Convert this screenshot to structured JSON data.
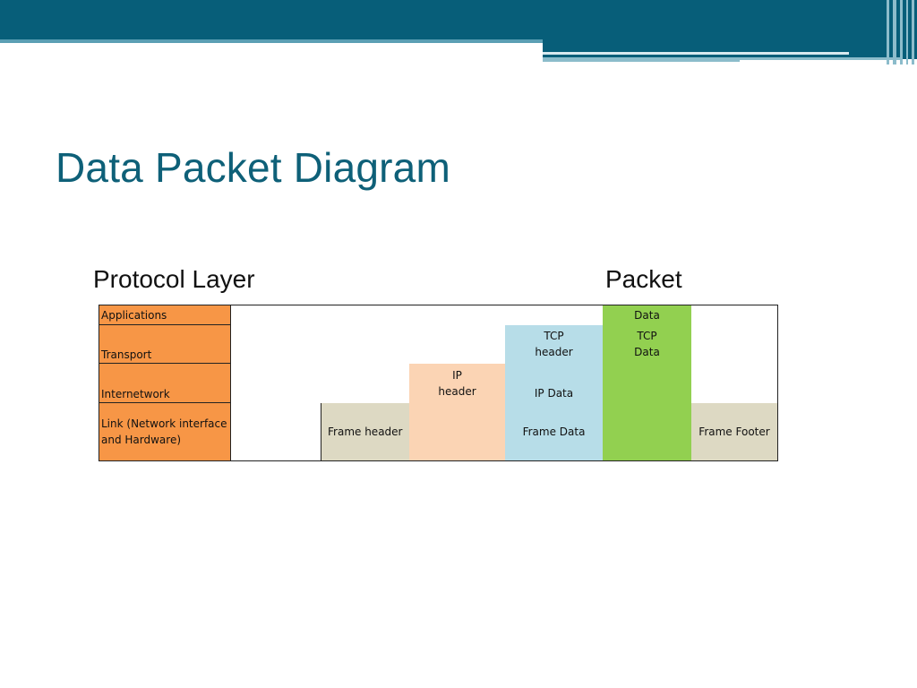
{
  "slide": {
    "title": "Data Packet Diagram",
    "left_heading": "Protocol Layer",
    "right_heading": "Packet"
  },
  "layers": [
    "Applications",
    "Transport",
    "Internetwork",
    "Link (Network interface and Hardware)"
  ],
  "cells": {
    "data": "Data",
    "tcp_header": [
      "TCP",
      "header"
    ],
    "tcp_data": [
      "TCP",
      "Data"
    ],
    "ip_header": [
      "IP",
      "header"
    ],
    "ip_data": "IP Data",
    "frame_header": "Frame header",
    "frame_data": "Frame Data",
    "frame_footer": "Frame Footer"
  },
  "colors": {
    "banner": "#075e79",
    "title": "#0e6078",
    "layer": "#f79646",
    "frame": "#ddd9c3",
    "ip": "#fbd4b4",
    "tcp": "#b7dde8",
    "data": "#92d050"
  }
}
